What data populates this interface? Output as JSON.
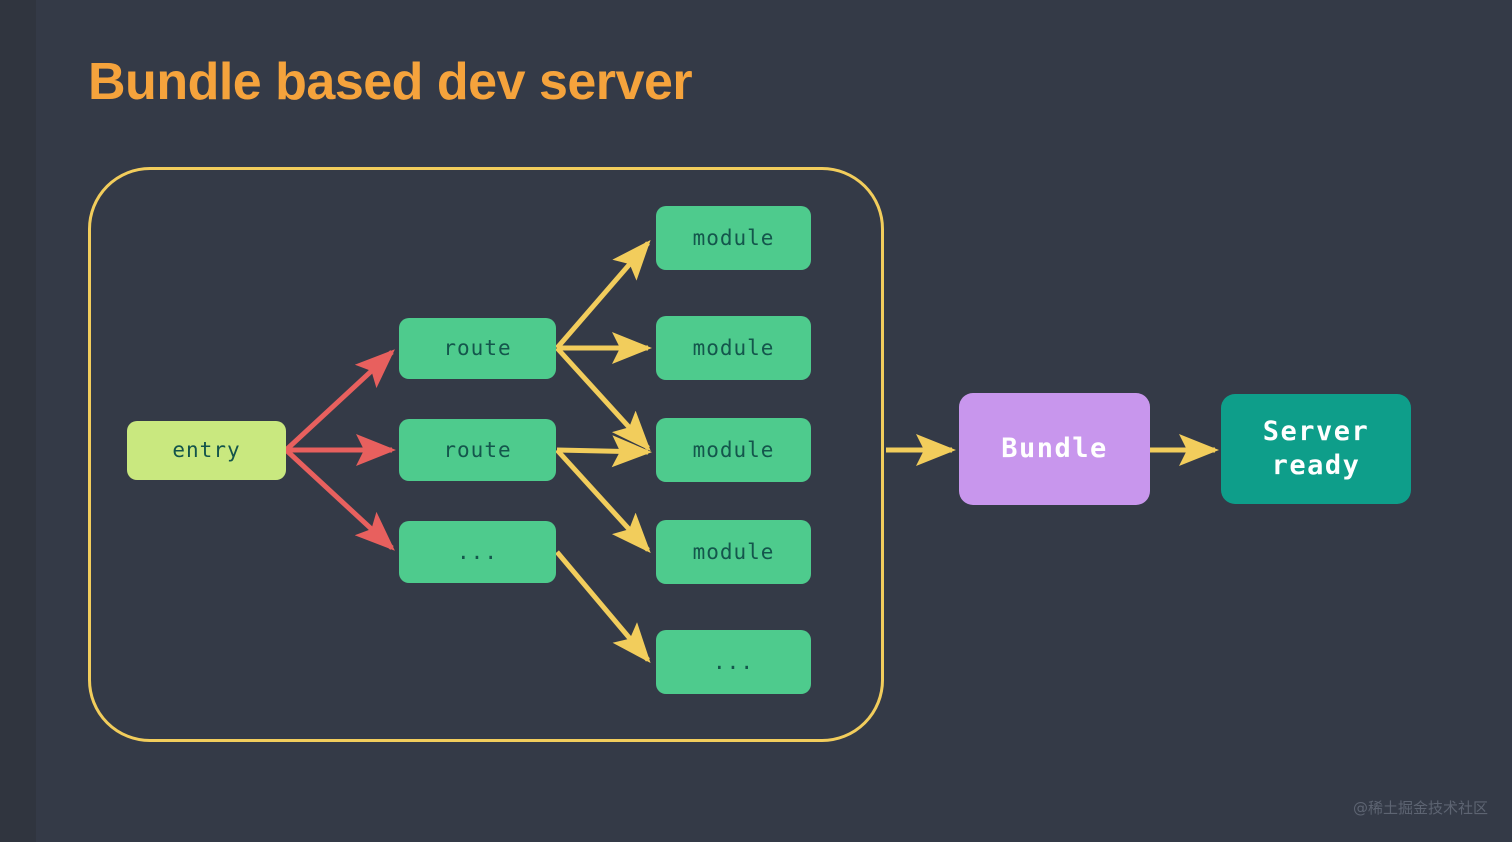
{
  "slide": {
    "title": "Bundle based dev server",
    "background_color": "#343a47",
    "title_color": "#f5a33c",
    "watermark": "@稀土掘金技术社区"
  },
  "diagram": {
    "container_border_color": "#f2cd5c",
    "edge_colors": {
      "entry_to_route": "#e8605e",
      "route_to_module": "#f2cd5c",
      "bundle_flow": "#f2cd5c"
    },
    "nodes": {
      "entry": {
        "label": "entry",
        "color": "#c9e87f"
      },
      "routes": [
        {
          "label": "route",
          "color": "#4ecb8d"
        },
        {
          "label": "route",
          "color": "#4ecb8d"
        },
        {
          "label": "...",
          "color": "#4ecb8d"
        }
      ],
      "modules": [
        {
          "label": "module",
          "color": "#4ecb8d"
        },
        {
          "label": "module",
          "color": "#4ecb8d"
        },
        {
          "label": "module",
          "color": "#4ecb8d"
        },
        {
          "label": "module",
          "color": "#4ecb8d"
        },
        {
          "label": "...",
          "color": "#4ecb8d"
        }
      ],
      "bundle": {
        "label": "Bundle",
        "color": "#c896ed"
      },
      "server": {
        "label": "Server\nready",
        "color": "#0e9e8a"
      }
    }
  }
}
